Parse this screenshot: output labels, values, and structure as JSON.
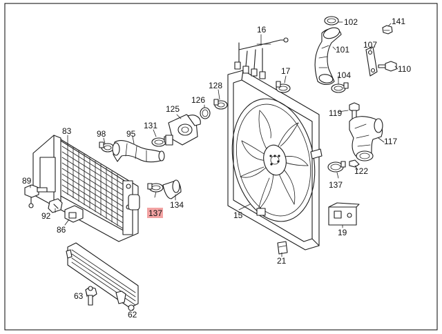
{
  "callouts": {
    "c16": "16",
    "c102": "102",
    "c141": "141",
    "c101": "101",
    "c107": "107",
    "c110": "110",
    "c17": "17",
    "c104": "104",
    "c128": "128",
    "c126": "126",
    "c125": "125",
    "c119": "119",
    "c83": "83",
    "c98": "98",
    "c95": "95",
    "c131": "131",
    "c117": "117",
    "c122": "122",
    "c89": "89",
    "c137a": "137",
    "c137b": "137",
    "c134": "134",
    "c92": "92",
    "c86": "86",
    "c15": "15",
    "c19": "19",
    "c21": "21",
    "c63": "63",
    "c62": "62"
  },
  "highlight": {
    "callout": "137",
    "color": "#f3a3a3"
  }
}
